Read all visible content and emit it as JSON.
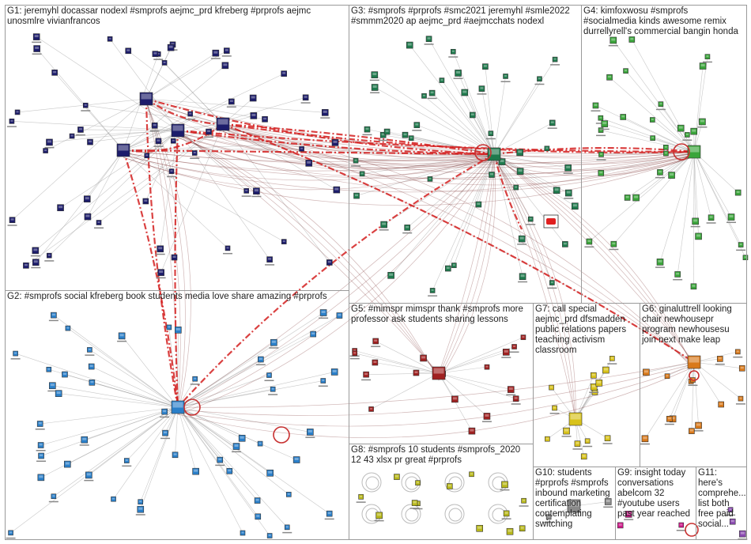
{
  "graph": {
    "groups": [
      {
        "id": "g1",
        "label": "G1: jeremyhl docassar nodexl #smprofs aejmc_prd kfreberg #prprofs aejmc\nunosmlre vivianfrancos",
        "color": "#1c1c6b"
      },
      {
        "id": "g2",
        "label": "G2: #smprofs social kfreberg book students media love share amazing #prprofs",
        "color": "#2a7fc9"
      },
      {
        "id": "g3",
        "label": "G3: #smprofs #prprofs #smc2021 jeremyhl #smle2022\n#smmm2020 ap aejmc_prd #aejmcchats nodexl",
        "color": "#1f7a4d"
      },
      {
        "id": "g4",
        "label": "G4: kimfoxwosu #smprofs\n#socialmedia kinds awesome remix\ndurrellyrell's commercial bangin honda",
        "color": "#3aa53a"
      },
      {
        "id": "g5",
        "label": "G5: #mimspr mimspr thank #smprofs more\nprofessor ask students sharing lessons",
        "color": "#a02020"
      },
      {
        "id": "g6",
        "label": "G6: ginaluttrell looking\nchair newhousepr\nprogram newhousesu\njoin next make leap",
        "color": "#d9791a"
      },
      {
        "id": "g7",
        "label": "G7: call special\naejmc_prd dfsmadden\npublic relations papers\nteaching activism\nclassroom",
        "color": "#d8c21a"
      },
      {
        "id": "g8",
        "label": "G8: #smprofs 10 students #smprofs_2020\n12 43 xlsx pr great #prprofs",
        "color": "#b8b81a"
      },
      {
        "id": "g9",
        "label": "G9: insight today\nconversations\nabelcom 32\n#youtube users\npast year reached",
        "color": "#d01a8a"
      },
      {
        "id": "g10",
        "label": "G10: students\n#prprofs #smprofs\ninbound marketing\ncertification\ncontemplating\nswitching",
        "color": "#8a8a8a"
      },
      {
        "id": "g11",
        "label": "G11:\nhere's\ncomprehe...\nlist both\nfree paid\nsocial...",
        "color": "#8a4ab0"
      }
    ],
    "node_tags": [
      "docassar",
      "jeremyhl",
      "nodexl",
      "kfreberg",
      "aejmc_prd",
      "unosmlre",
      "vivianfrancos",
      "kimfoxwosu",
      "ginaluttrell",
      "newhousepr",
      "mimspr",
      "abelcom",
      "dfsmadden",
      "durrellyrell",
      "newhousesu",
      "smprofs",
      "prprofs",
      "aejmcchats",
      "smmm2020",
      "smle2022"
    ],
    "edge_colors": {
      "regular": "#9a9a9a",
      "strong": "#d42020",
      "hub": "#7a3030"
    }
  }
}
